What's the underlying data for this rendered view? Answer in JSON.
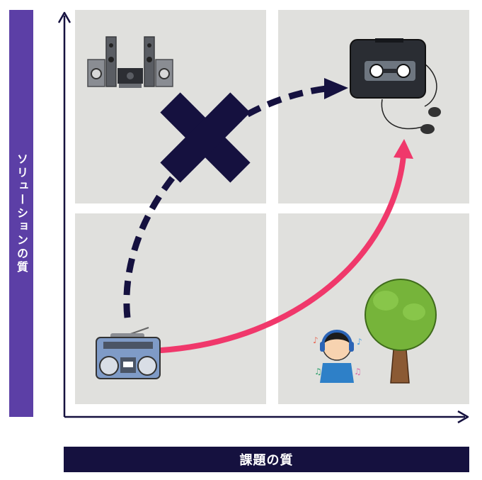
{
  "axes": {
    "y_label": "ソリューションの質",
    "x_label": "課題の質"
  },
  "quadrants": [
    "top-left",
    "top-right",
    "bottom-left",
    "bottom-right"
  ],
  "icons": {
    "top_left": "speaker-system-icon",
    "top_right": "cassette-player-icon",
    "bottom_left": "boombox-radio-icon",
    "bottom_right": [
      "person-with-headphones-icon",
      "tree-icon"
    ],
    "blocked_path_marker": "cross-mark-icon"
  },
  "colors": {
    "quadrant_bg": "#e0e0dd",
    "axis": "#15113f",
    "y_label_bg": "#5c3fa6",
    "x_label_bg": "#15113f",
    "dashed_path": "#15113f",
    "success_path": "#f0386b",
    "cross": "#15113f"
  }
}
